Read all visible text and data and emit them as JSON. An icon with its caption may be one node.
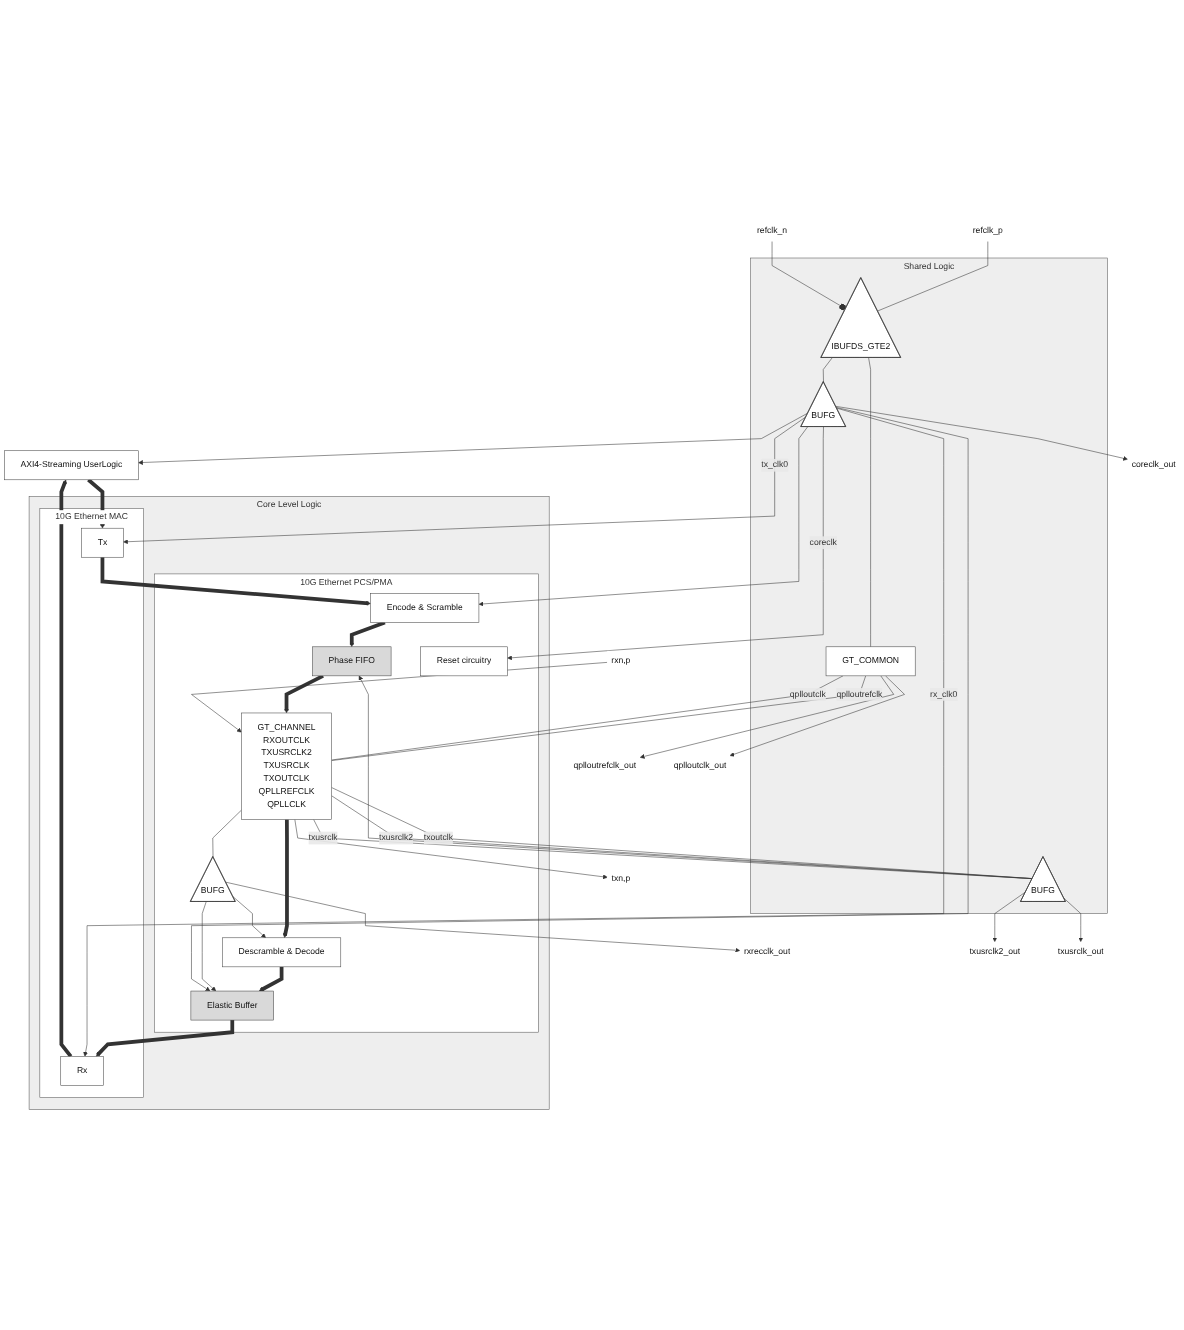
{
  "diagram": {
    "nodes": [
      {
        "text": [
          "AXI4-Streaming UserLogic"
        ]
      },
      {
        "text": [
          "Core Level Logic"
        ]
      },
      {
        "text": [
          "10G Ethernet MAC"
        ],
        "in": 1
      },
      {
        "text": [
          "Rx"
        ],
        "in": 2
      },
      {
        "text": [
          "Tx"
        ],
        "in": 2
      },
      {
        "text": [
          "10G Ethernet PCS/PMA"
        ],
        "in": 1
      },
      {
        "text": [
          "Elastic Buffer"
        ],
        "in": 5
      },
      {
        "text": [
          "Descramble & Decode"
        ],
        "in": 5
      },
      {
        "text": [
          "Encode & Scramble"
        ],
        "in": 5
      },
      {
        "text": [
          "Phase FIFO"
        ],
        "in": 5
      },
      {
        "text": [
          "Reset circuitry"
        ],
        "in": 5
      },
      {
        "text": [
          "BUFG"
        ],
        "in": 5
      },
      {
        "text": [
          "GT_CHANNEL",
          "RXOUTCLK",
          "TXUSRCLK2",
          "TXUSRCLK",
          "TXOUTCLK",
          "QPLLREFCLK",
          "QPLLCLK"
        ],
        "in": 5
      },
      {
        "text": [
          "Shared Logic"
        ]
      },
      {
        "text": [
          "BUFG"
        ],
        "in": 13
      },
      {
        "text": [
          "BUFG"
        ],
        "in": 13
      },
      {
        "text": [
          "IBUFDS_GTE2"
        ],
        "in": 13
      },
      {
        "text": [
          "GT_COMMON"
        ],
        "in": 13
      },
      {
        "text": [
          "rxn,p"
        ]
      },
      {
        "text": [
          "txn,p"
        ]
      },
      {
        "text": [
          "rxrecclk_out"
        ]
      },
      {
        "text": [
          "coreclk_out"
        ]
      },
      {
        "text": [
          "txusrclk2_out"
        ]
      },
      {
        "text": [
          "txusrclk_out"
        ]
      },
      {
        "text": [
          "qplloutrefclk_out"
        ]
      },
      {
        "text": [
          "qplloutclk_out"
        ]
      },
      {
        "text": [
          "refclk_p"
        ]
      },
      {
        "text": [
          "refclk_n"
        ]
      }
    ],
    "edges": [
      {
        "from": 3,
        "to": 0,
        "arrow": "to",
        "style": "thick"
      },
      {
        "from": 0,
        "to": 4,
        "arrow": "to",
        "style": "thick"
      },
      {
        "from": 6,
        "to": 3,
        "arrow": "to",
        "style": "thick"
      },
      {
        "from": 7,
        "to": 6,
        "arrow": "to",
        "style": "thick"
      },
      {
        "from": 12,
        "to": 7,
        "arrow": "to",
        "style": "thick"
      },
      {
        "from": 4,
        "to": 8,
        "arrow": "to",
        "style": "thick"
      },
      {
        "from": 8,
        "to": 9,
        "arrow": "to",
        "style": "thick"
      },
      {
        "from": 9,
        "to": 12,
        "arrow": "to",
        "style": "thick"
      },
      {
        "from": 18,
        "to": 12,
        "arrow": "to"
      },
      {
        "from": 12,
        "to": 19,
        "arrow": "to"
      },
      {
        "from": 12,
        "to": 11,
        "arrow": "none"
      },
      {
        "from": 11,
        "to": 6,
        "arrow": "to"
      },
      {
        "from": 11,
        "to": 7,
        "arrow": "to"
      },
      {
        "from": 11,
        "to": 20,
        "arrow": "to"
      },
      {
        "from": 14,
        "to": 3,
        "label": "rx_clk0",
        "arrow": "to"
      },
      {
        "from": 14,
        "to": 4,
        "label": "tx_clk0",
        "arrow": "to"
      },
      {
        "from": 14,
        "to": 6,
        "arrow": "to"
      },
      {
        "from": 14,
        "to": 8,
        "arrow": "to"
      },
      {
        "from": 14,
        "to": 10,
        "label": "coreclk",
        "arrow": "to"
      },
      {
        "from": 14,
        "to": 21,
        "arrow": "to"
      },
      {
        "from": 14,
        "to": 0,
        "arrow": "to"
      },
      {
        "from": 12,
        "to": 15,
        "label": "txoutclk",
        "arrow": "none"
      },
      {
        "from": 15,
        "to": 12,
        "label": "txusrclk2",
        "arrow": "none"
      },
      {
        "from": 15,
        "to": 9,
        "arrow": "to"
      },
      {
        "from": 15,
        "to": 12,
        "label": "txusrclk",
        "arrow": "none"
      },
      {
        "from": 15,
        "to": 22,
        "arrow": "to"
      },
      {
        "from": 15,
        "to": 23,
        "arrow": "to"
      },
      {
        "from": 26,
        "to": 16,
        "arrow": "none"
      },
      {
        "from": 27,
        "to": 16,
        "arrow": "other"
      },
      {
        "from": 16,
        "to": 14,
        "arrow": "none"
      },
      {
        "from": 16,
        "to": 17,
        "arrow": "none"
      },
      {
        "from": 17,
        "to": 12,
        "label": "qplloutrefclk",
        "arrow": "none"
      },
      {
        "from": 17,
        "to": 12,
        "label": "qplloutclk",
        "arrow": "none"
      },
      {
        "from": 17,
        "to": 24,
        "arrow": "to"
      },
      {
        "from": 17,
        "to": 25,
        "arrow": "to"
      }
    ]
  }
}
